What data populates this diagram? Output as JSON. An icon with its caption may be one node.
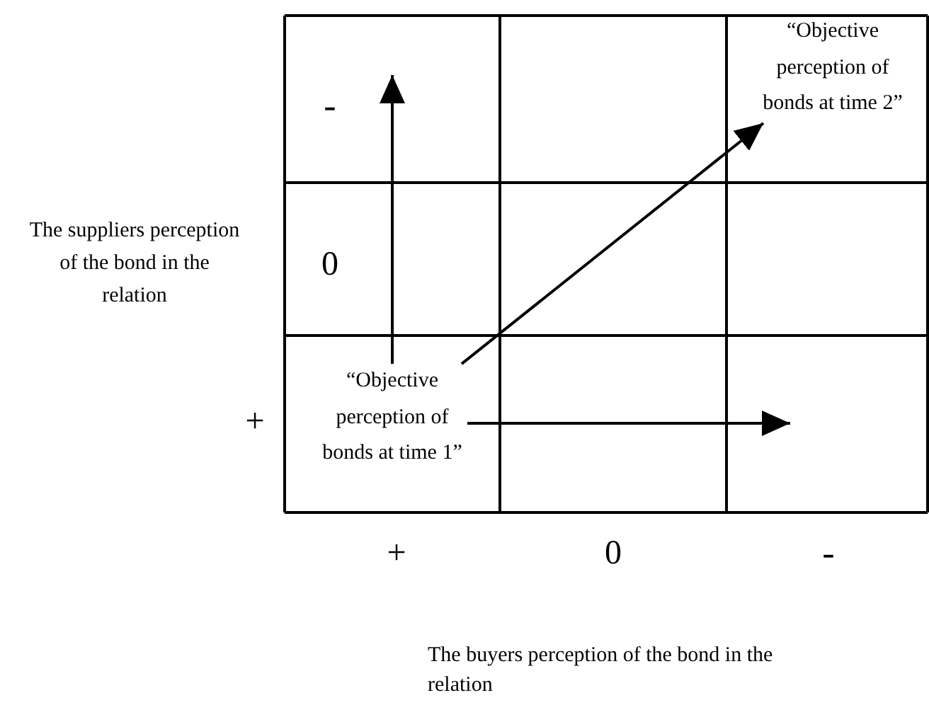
{
  "diagram": {
    "nodes": [
      {
        "text": [
          "“Objective perception of bonds at time 1”"
        ]
      },
      {
        "text": [
          "“Objective perception of bonds at time 2”"
        ]
      }
    ],
    "edges": [
      {
        "from": 0,
        "to": null,
        "arrow": "to"
      },
      {
        "from": 0,
        "to": 1,
        "arrow": "to"
      },
      {
        "from": 0,
        "to": null,
        "arrow": "to"
      }
    ],
    "labels": [
      "-",
      "The suppliers perception of the bond in the relation",
      "0",
      "+",
      "+",
      "0",
      "-",
      "The buyers perception of the bond in the relation"
    ]
  }
}
